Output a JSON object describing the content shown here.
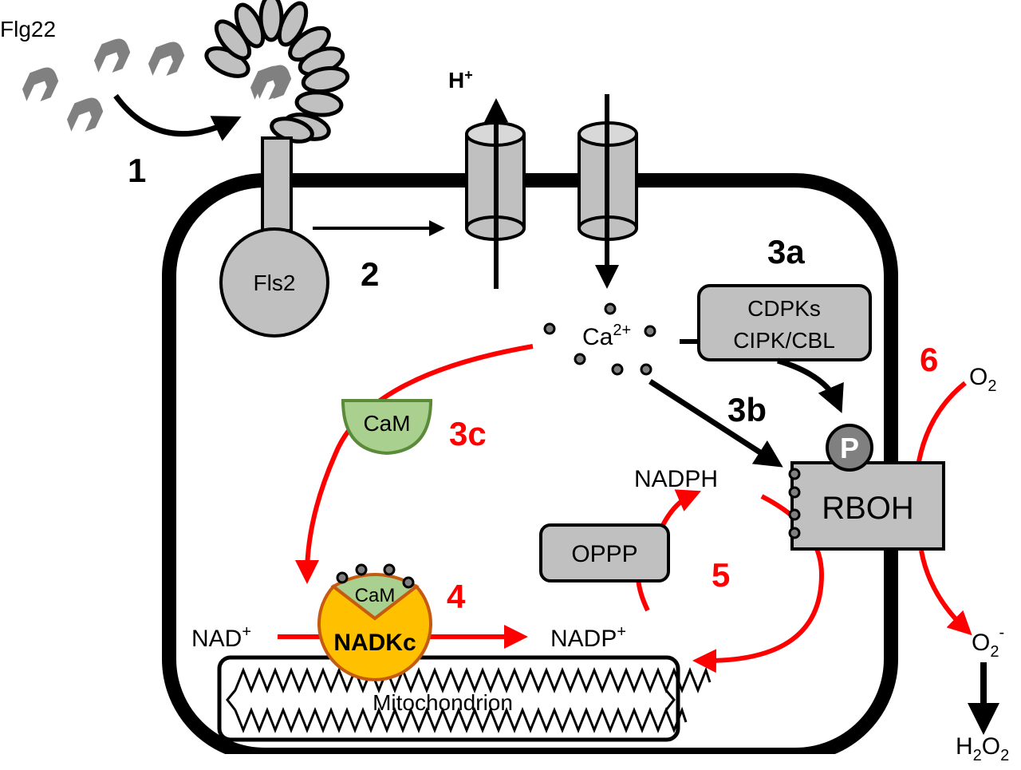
{
  "diagram": {
    "title": "Flg22-induced ROS signaling via Ca2+, CaM, NADKc and RBOH",
    "colors": {
      "black_pathway": "#000000",
      "red_pathway": "#ff0000",
      "protein_gray": "#c0c0c0",
      "flg22_gray": "#808080",
      "cam_green": "#a9d08e",
      "cam_border": "#5a8a3a",
      "nadkc_orange": "#ffc000",
      "nadkc_border": "#c55a11",
      "phospho_gray": "#808080"
    },
    "labels": {
      "flg22": "Flg22",
      "fls2": "Fls2",
      "h_plus": "H",
      "h_plus_sup": "+",
      "ca": "Ca",
      "ca_sup": "2+",
      "kinases_line1": "CDPKs",
      "kinases_line2": "CIPK/CBL",
      "cam_free": "CaM",
      "cam_bound": "CaM",
      "nadkc": "NADKc",
      "nad": "NAD",
      "nad_sup": "+",
      "nadp": "NADP",
      "nadp_sup": "+",
      "nadph": "NADPH",
      "oppp": "OPPP",
      "rboh": "RBOH",
      "phospho": "P",
      "o2": "O",
      "o2_sub": "2",
      "superoxide": "O",
      "superoxide_sub": "2",
      "superoxide_sup": "-",
      "h2o2_h": "H",
      "h2o2_sub1": "2",
      "h2o2_o": "O",
      "h2o2_sub2": "2",
      "mitochondrion": "Mitochondrion"
    },
    "steps": [
      {
        "id": "1",
        "label": "1",
        "color": "black"
      },
      {
        "id": "2",
        "label": "2",
        "color": "black"
      },
      {
        "id": "3a",
        "label": "3a",
        "color": "black"
      },
      {
        "id": "3b",
        "label": "3b",
        "color": "black"
      },
      {
        "id": "3c",
        "label": "3c",
        "color": "red"
      },
      {
        "id": "4",
        "label": "4",
        "color": "red"
      },
      {
        "id": "5",
        "label": "5",
        "color": "red"
      },
      {
        "id": "6",
        "label": "6",
        "color": "red"
      }
    ]
  }
}
